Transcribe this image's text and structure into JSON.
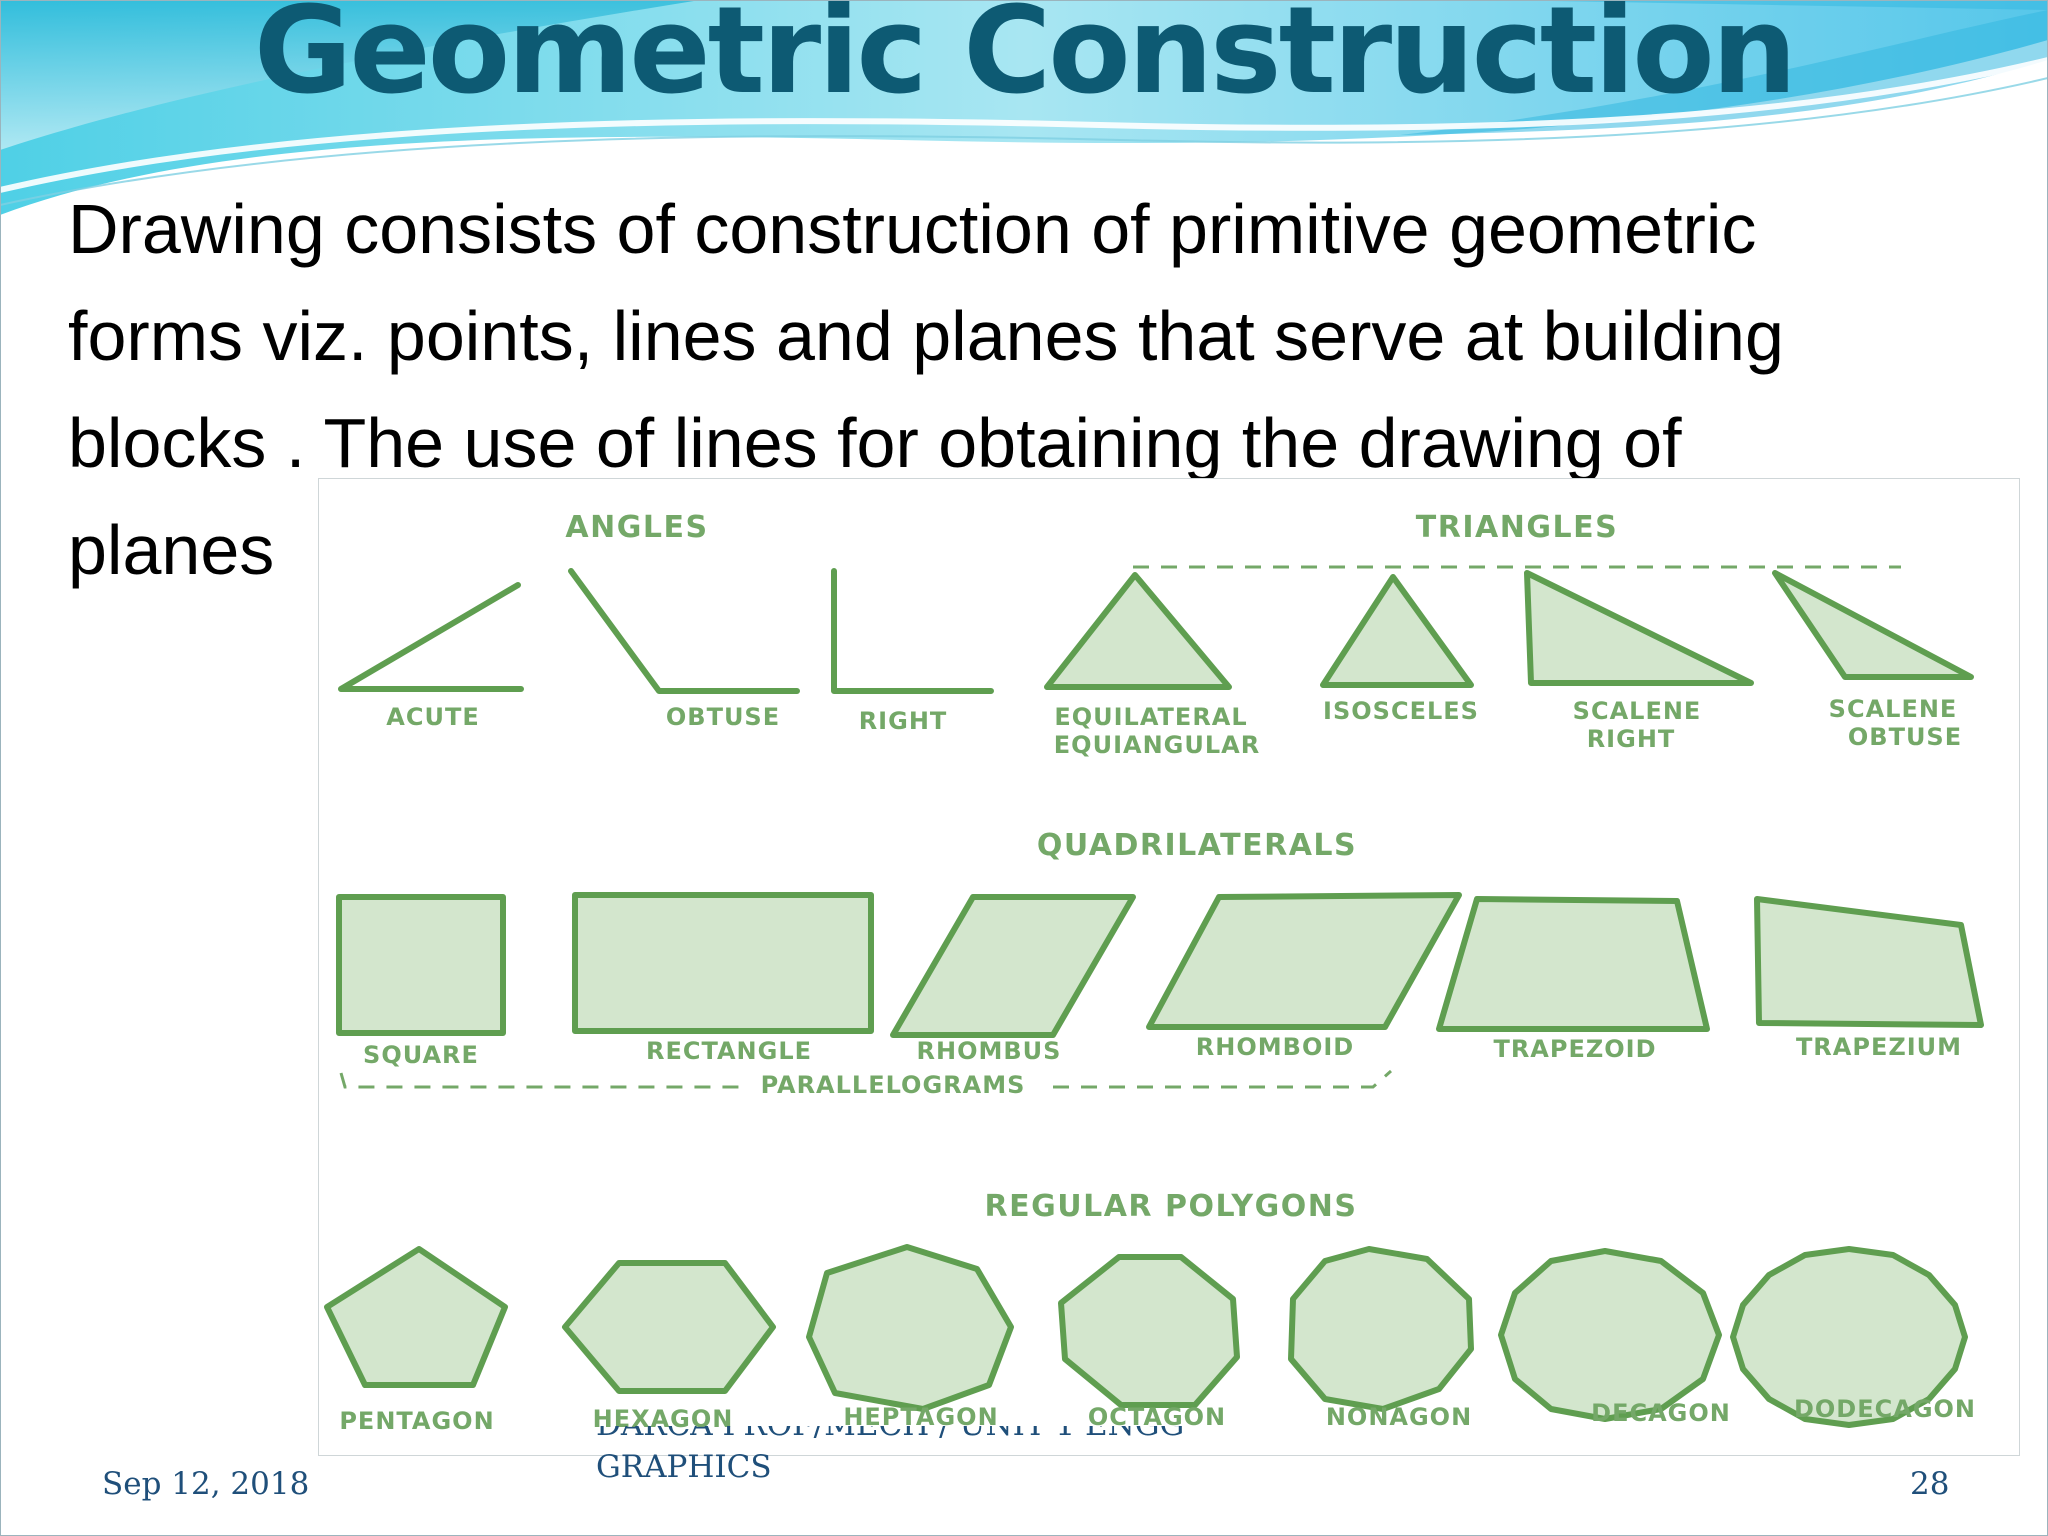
{
  "slide": {
    "title": "Geometric Construction",
    "body": "Drawing consists of construction of primitive geometric\nforms viz.  points, lines and planes that serve at building\nblocks . The use of lines for obtaining the drawing of\nplanes",
    "colors": {
      "title": "#0d5a73",
      "wave": "#5ccfe6",
      "figure_green": "#5f9e50",
      "figure_fill": "#d3e6cd"
    }
  },
  "figure": {
    "angles_header": "ANGLES",
    "triangles_header": "TRIANGLES",
    "quadrilaterals_header": "QUADRILATERALS",
    "polygons_header": "REGULAR POLYGONS",
    "parallelograms_label": "PARALLELOGRAMS",
    "angles": [
      "ACUTE",
      "OBTUSE",
      "RIGHT"
    ],
    "triangles": {
      "equilateral": [
        "EQUILATERAL",
        "EQUIANGULAR"
      ],
      "isosceles": "ISOSCELES",
      "scalene_right": [
        "SCALENE",
        "RIGHT"
      ],
      "scalene_obtuse": [
        "SCALENE",
        "OBTUSE"
      ]
    },
    "quadrilaterals": [
      "SQUARE",
      "RECTANGLE",
      "RHOMBUS",
      "RHOMBOID",
      "TRAPEZOID",
      "TRAPEZIUM"
    ],
    "polygons": [
      "PENTAGON",
      "HEXAGON",
      "HEPTAGON",
      "OCTAGON",
      "NONAGON",
      "DECAGON",
      "DODECAGON"
    ]
  },
  "footer": {
    "date": "Sep 12, 2018",
    "center_line1": "DARCA PROF/MECH / UNIT 1 ENGG",
    "center_line2": "GRAPHICS",
    "page": "28"
  }
}
